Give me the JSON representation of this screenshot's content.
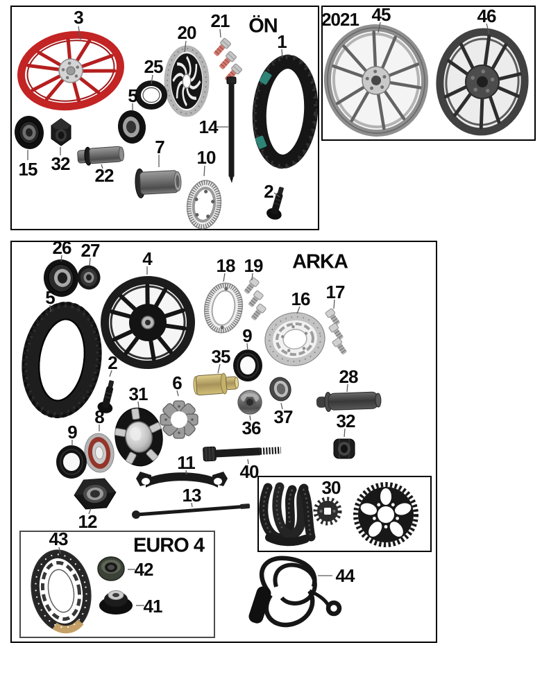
{
  "front_panel": {
    "title": "ÖN",
    "parts": {
      "wheel": "3",
      "brake_disc": "20",
      "disc_bolts": "21",
      "tire": "1",
      "oring": "25",
      "seal": "5",
      "bearing": "15",
      "nut": "32",
      "spacer": "22",
      "hub_spacer": "7",
      "abs_ring": "10",
      "axle": "14",
      "valve": "2"
    }
  },
  "year_panel": {
    "year": "2021",
    "parts": {
      "wheel_a": "45",
      "wheel_b": "46"
    }
  },
  "rear_panel": {
    "title": "ARKA",
    "parts": {
      "bearing_a": "26",
      "bearing_b": "27",
      "wheel": "4",
      "abs_ring": "18",
      "abs_bolts": "19",
      "brake_disc": "16",
      "disc_bolts": "17",
      "tire": "5",
      "valve": "2",
      "seal_a": "9",
      "spacer_gold": "35",
      "cush_rubbers": "6",
      "sprocket_hub": "31",
      "bearing_c": "8",
      "seal_b": "9",
      "axle_nut": "12",
      "torque_link": "11",
      "rod": "13",
      "bolt": "40",
      "nut_small": "36",
      "spacer_small": "37",
      "axle_sleeve": "28",
      "sleeve_nut": "32"
    }
  },
  "chain_panel": {
    "parts": {
      "chain_kit": "30"
    }
  },
  "sensor_cable": {
    "part": "44"
  },
  "euro4_panel": {
    "title": "EURO 4",
    "parts": {
      "brake_disc": "43",
      "bushing_a": "42",
      "bushing_b": "41"
    }
  }
}
